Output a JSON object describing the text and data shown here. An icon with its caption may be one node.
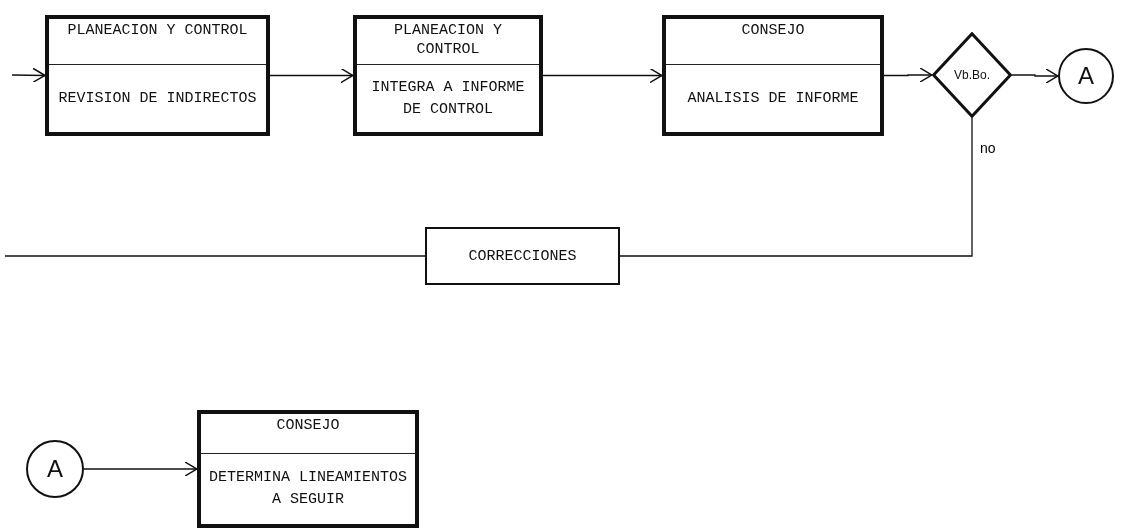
{
  "diagram": {
    "nodes": [
      {
        "text": [
          "PLANEACION Y CONTROL",
          "REVISION DE INDIRECTOS"
        ]
      },
      {
        "text": [
          "PLANEACION Y CONTROL",
          "INTEGRA A INFORME DE CONTROL"
        ]
      },
      {
        "text": [
          "CONSEJO",
          "ANALISIS DE INFORME"
        ]
      },
      {
        "text": [
          "Vb.Bo."
        ]
      },
      {
        "text": [
          "A"
        ]
      },
      {
        "text": [
          "CORRECCIONES"
        ]
      },
      {
        "text": [
          "A"
        ]
      },
      {
        "text": [
          "CONSEJO",
          "DETERMINA LINEAMIENTOS A SEGUIR"
        ]
      }
    ],
    "edges": [
      {
        "from": null,
        "to": 0,
        "arrow": "to"
      },
      {
        "from": 0,
        "to": 1,
        "arrow": "to"
      },
      {
        "from": 1,
        "to": 2,
        "arrow": "to"
      },
      {
        "from": 2,
        "to": 3,
        "arrow": "to"
      },
      {
        "from": 3,
        "to": 4,
        "arrow": "to"
      },
      {
        "from": 3,
        "to": 5,
        "label": "no",
        "arrow": "none"
      },
      {
        "from": 5,
        "to": null,
        "arrow": "none"
      },
      {
        "from": 6,
        "to": 7,
        "arrow": "to"
      }
    ]
  }
}
